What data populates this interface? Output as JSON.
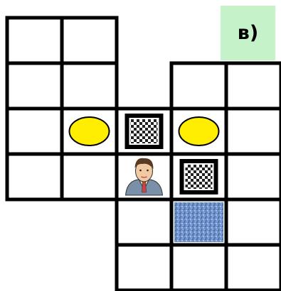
{
  "puzzle": {
    "label": "в)",
    "grid_rows": 6,
    "grid_cols": 5,
    "cells": [
      [
        1,
        1,
        0,
        0,
        0
      ],
      [
        1,
        1,
        0,
        1,
        1
      ],
      [
        1,
        1,
        1,
        1,
        1
      ],
      [
        1,
        1,
        1,
        1,
        1
      ],
      [
        0,
        0,
        1,
        1,
        1
      ],
      [
        0,
        0,
        1,
        1,
        1
      ]
    ],
    "pieces": [
      {
        "type": "yellow-oval",
        "row": 2,
        "col": 1
      },
      {
        "type": "checkered-crate",
        "row": 2,
        "col": 2
      },
      {
        "type": "yellow-oval",
        "row": 2,
        "col": 3
      },
      {
        "type": "man-portrait",
        "row": 3,
        "col": 2
      },
      {
        "type": "checkered-crate",
        "row": 3,
        "col": 3
      },
      {
        "type": "blue-stone-floor",
        "row": 4,
        "col": 3
      }
    ],
    "colors": {
      "label_bg": "#c6f2c9",
      "oval_fill": "#ffee00",
      "floor_blue": "#6b8fc7",
      "grid_line": "#000000"
    }
  }
}
